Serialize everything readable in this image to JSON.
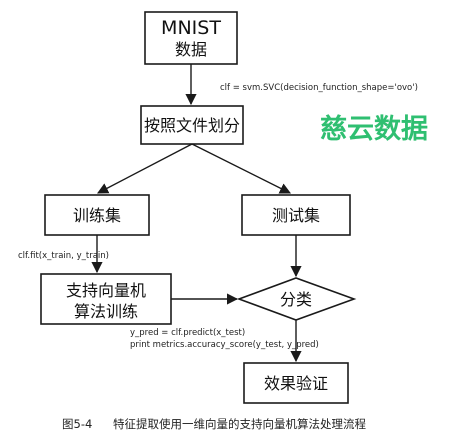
{
  "nodes": {
    "mnist": {
      "line1": "MNIST",
      "line2": "数据"
    },
    "split": {
      "label": "按照文件划分"
    },
    "train": {
      "label": "训练集"
    },
    "test": {
      "label": "测试集"
    },
    "svm": {
      "line1": "支持向量机",
      "line2": "算法训练"
    },
    "classify": {
      "label": "分类"
    },
    "verify": {
      "label": "效果验证"
    }
  },
  "annotations": {
    "clf_init": "clf = svm.SVC(decision_function_shape='ovo')",
    "clf_fit": "clf.fit(x_train, y_train)",
    "y_pred": "y_pred = clf.predict(x_test)",
    "accuracy": "print metrics.accuracy_score(y_test, y_pred)"
  },
  "caption": {
    "figure_number": "图5-4",
    "text": "特征提取使用一维向量的支持向量机算法处理流程"
  },
  "watermark": "慈云数据",
  "colors": {
    "watermark": "#2fbf71",
    "stroke": "#1a1a1a"
  }
}
